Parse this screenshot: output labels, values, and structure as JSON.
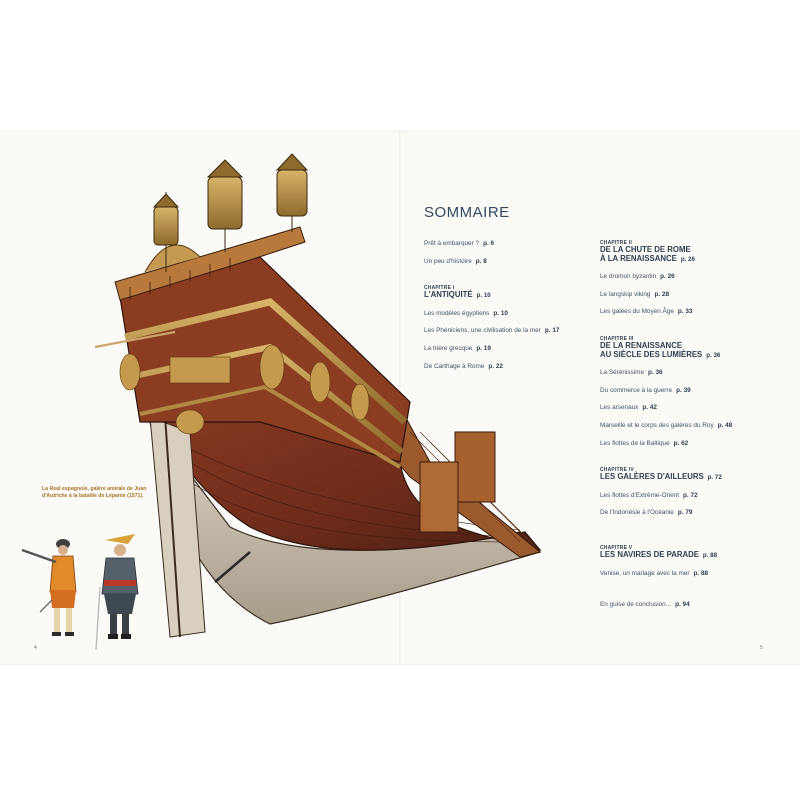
{
  "caption": "La Real espagnole, galère amirale de Juan d'Autriche à la bataille de Lépante (1571).",
  "folio_left": "4",
  "folio_right": "5",
  "toc": {
    "title": "SOMMAIRE",
    "intro": [
      {
        "label": "Prêt à embarquer ?",
        "page": "p. 6"
      },
      {
        "label": "Un peu d'histoire",
        "page": "p. 8"
      }
    ],
    "chapters": [
      {
        "number": "CHAPITRE I",
        "title_lines": [
          "L'ANTIQUITÉ"
        ],
        "page": "p. 10",
        "entries": [
          {
            "label": "Les modèles égyptiens",
            "page": "p. 10"
          },
          {
            "label": "Les Phéniciens, une civilisation de la mer",
            "page": "p. 17"
          },
          {
            "label": "La trière grecque",
            "page": "p. 19"
          },
          {
            "label": "De Carthage à Rome",
            "page": "p. 22"
          }
        ]
      },
      {
        "number": "CHAPITRE II",
        "title_lines": [
          "DE LA CHUTE DE ROME",
          "À LA RENAISSANCE"
        ],
        "page": "p. 26",
        "entries": [
          {
            "label": "Le dromon byzantin",
            "page": "p. 26"
          },
          {
            "label": "Le langskip viking",
            "page": "p. 28"
          },
          {
            "label": "Les galées du Moyen Âge",
            "page": "p. 33"
          }
        ]
      },
      {
        "number": "CHAPITRE III",
        "title_lines": [
          "DE LA RENAISSANCE",
          "AU SIÈCLE DES LUMIÈRES"
        ],
        "page": "p. 36",
        "entries": [
          {
            "label": "La Sérénissime",
            "page": "p. 36"
          },
          {
            "label": "Du commerce à la guerre",
            "page": "p. 39"
          },
          {
            "label": "Les arsenaux",
            "page": "p. 42"
          },
          {
            "label": "Marseille et le corps des galères du Roy",
            "page": "p. 48"
          },
          {
            "label": "Les flottes de la Baltique",
            "page": "p. 62"
          }
        ]
      },
      {
        "number": "CHAPITRE IV",
        "title_lines": [
          "LES GALÈRES D'AILLEURS"
        ],
        "page": "p. 72",
        "entries": [
          {
            "label": "Les flottes d'Extrême-Orient",
            "page": "p. 72"
          },
          {
            "label": "De l'Indonésie à l'Océanie",
            "page": "p. 79"
          }
        ]
      },
      {
        "number": "CHAPITRE V",
        "title_lines": [
          "LES NAVIRES DE PARADE"
        ],
        "page": "p. 88",
        "entries": [
          {
            "label": "Venise, un mariage avec la mer",
            "page": "p. 88"
          }
        ]
      }
    ],
    "outro": {
      "label": "En guise de conclusion...",
      "page": "p. 94"
    }
  }
}
